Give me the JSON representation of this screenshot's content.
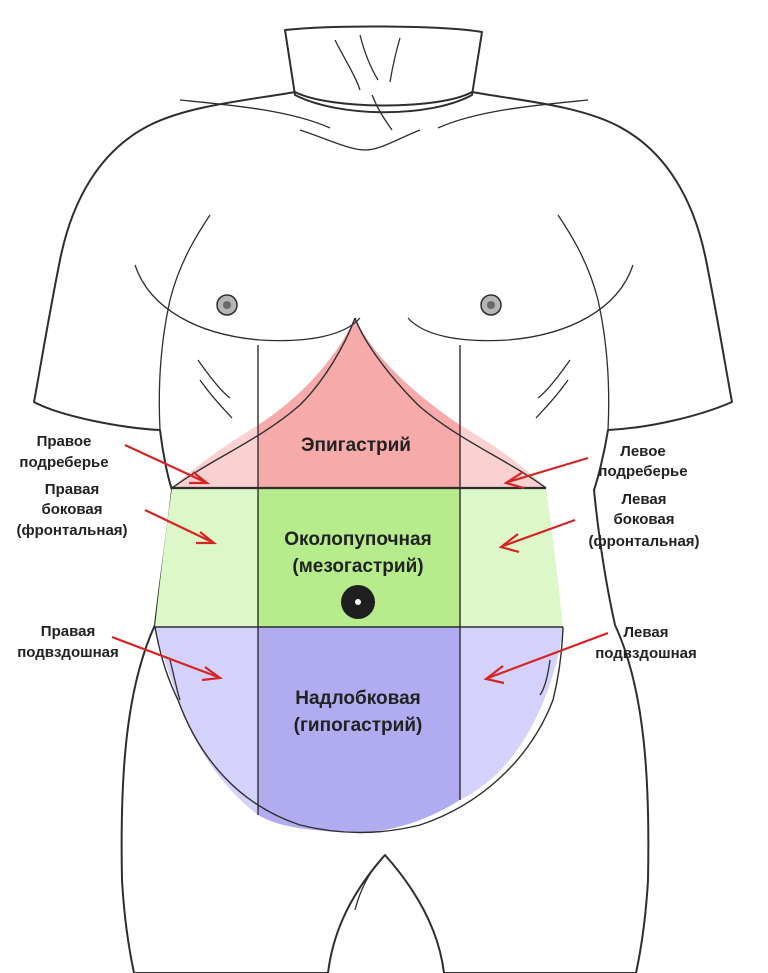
{
  "regions": {
    "epigastric": {
      "label": "Эпигастрий",
      "color": "#f6aaaa"
    },
    "right_hypochondrium": {
      "label_lines": [
        "Правое",
        "подреберье"
      ],
      "color": "#fbd0d0"
    },
    "left_hypochondrium": {
      "label_lines": [
        "Левое",
        "подреберье"
      ],
      "color": "#fbd0d0"
    },
    "umbilical": {
      "label_lines": [
        "Околопупочная",
        "(мезогастрий)"
      ],
      "color": "#b6ec8c"
    },
    "right_lateral": {
      "label_lines": [
        "Правая",
        "боковая",
        "(фронтальная)"
      ],
      "color": "#ddf8c8"
    },
    "left_lateral": {
      "label_lines": [
        "Левая",
        "боковая",
        "(фронтальная)"
      ],
      "color": "#ddf8c8"
    },
    "hypogastric": {
      "label_lines": [
        "Надлобковая",
        "(гипогастрий)"
      ],
      "color": "#b1acf0"
    },
    "right_iliac": {
      "label_lines": [
        "Правая",
        "подвздошная"
      ],
      "color": "#d4d2fa"
    },
    "left_iliac": {
      "label_lines": [
        "Левая",
        "подвздошная"
      ],
      "color": "#d4d2fa"
    }
  },
  "colors": {
    "body": "#d6d6d6",
    "outline": "#2e2e2e",
    "arrow": "#d42424",
    "navel": "#1f1f1f"
  }
}
